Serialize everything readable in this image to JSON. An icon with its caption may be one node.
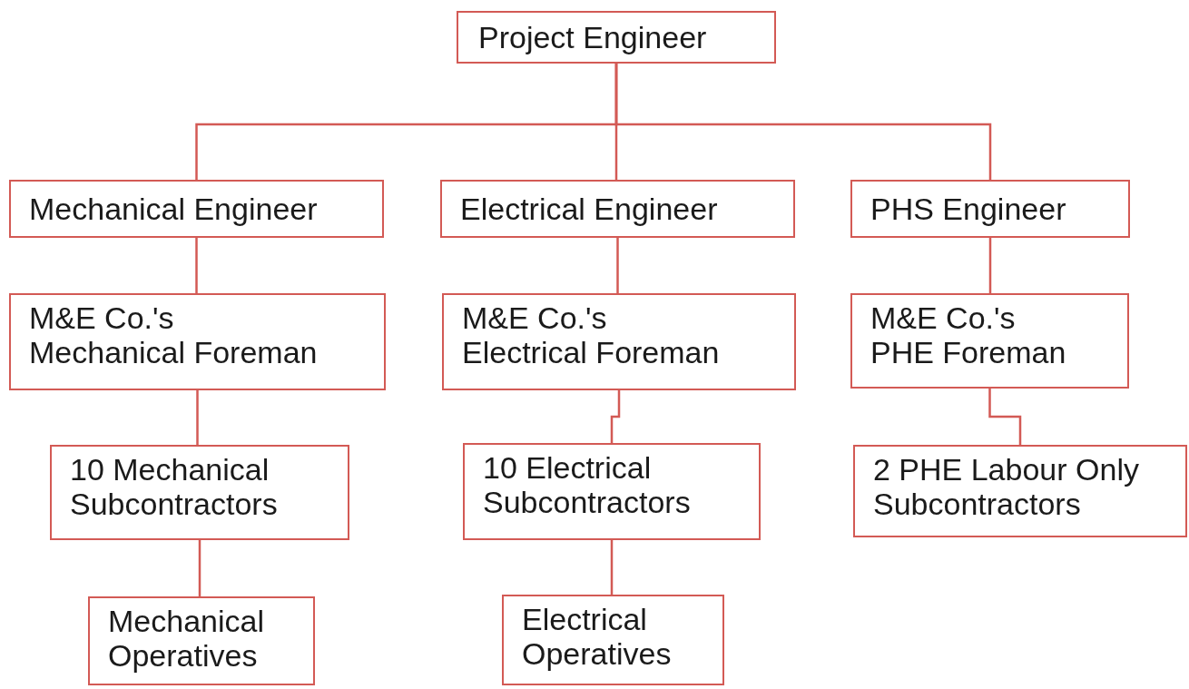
{
  "diagram": {
    "nodes": [
      {
        "text": [
          "Project Engineer"
        ]
      },
      {
        "text": [
          "Mechanical Engineer"
        ]
      },
      {
        "text": [
          "Electrical Engineer"
        ]
      },
      {
        "text": [
          "PHS Engineer"
        ]
      },
      {
        "text": [
          "M&E Co.'s Mechanical Foreman"
        ]
      },
      {
        "text": [
          "M&E Co.'s Electrical Foreman"
        ]
      },
      {
        "text": [
          "M&E Co.'s PHE Foreman"
        ]
      },
      {
        "text": [
          "10 Mechanical Subcontractors"
        ]
      },
      {
        "text": [
          "10 Electrical Subcontractors"
        ]
      },
      {
        "text": [
          "2 PHE Labour Only Subcontractors"
        ]
      },
      {
        "text": [
          "Mechanical Operatives"
        ]
      },
      {
        "text": [
          "Electrical Operatives"
        ]
      }
    ],
    "edges": [
      {
        "from": 0,
        "to": 1,
        "arrow": "none"
      },
      {
        "from": 0,
        "to": 2,
        "arrow": "none"
      },
      {
        "from": 0,
        "to": 3,
        "arrow": "none"
      },
      {
        "from": 1,
        "to": 4,
        "arrow": "none"
      },
      {
        "from": 2,
        "to": 5,
        "arrow": "none"
      },
      {
        "from": 3,
        "to": 6,
        "arrow": "none"
      },
      {
        "from": 4,
        "to": 7,
        "arrow": "none"
      },
      {
        "from": 5,
        "to": 8,
        "arrow": "none"
      },
      {
        "from": 6,
        "to": 9,
        "arrow": "none"
      },
      {
        "from": 7,
        "to": 10,
        "arrow": "none"
      },
      {
        "from": 8,
        "to": 11,
        "arrow": "none"
      }
    ]
  }
}
